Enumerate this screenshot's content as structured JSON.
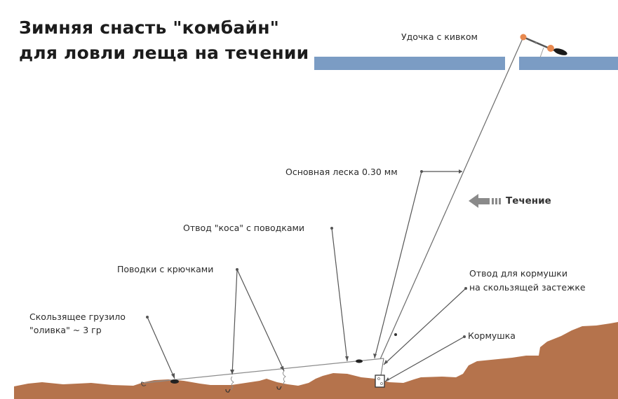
{
  "title": {
    "line1": "Зимняя снасть \"комбайн\"",
    "line2": "для ловли леща на течении"
  },
  "labels": {
    "rod": "Удочка с кивком",
    "main_line": "Основная леска 0.30 мм",
    "current": "Течение",
    "braid_branch": "Отвод \"коса\" с поводками",
    "leaders": "Поводки с крючками",
    "feeder_branch_line1": "Отвод для кормушки",
    "feeder_branch_line2": "на скользящей застежке",
    "feeder": "Кормушка",
    "sinker_line1": "Скользящее грузило",
    "sinker_line2": "\"оливка\" ~ 3 гр"
  },
  "colors": {
    "ice": "#7b9cc4",
    "riverbed": "#b5734c",
    "rod_orange": "#e8894f",
    "line": "#6b6b6b",
    "pointer": "#555555",
    "text": "#2a2a2a",
    "current_arrow": "#8a8a8a"
  },
  "icons": {
    "current_arrow": "left-arrow-icon"
  }
}
